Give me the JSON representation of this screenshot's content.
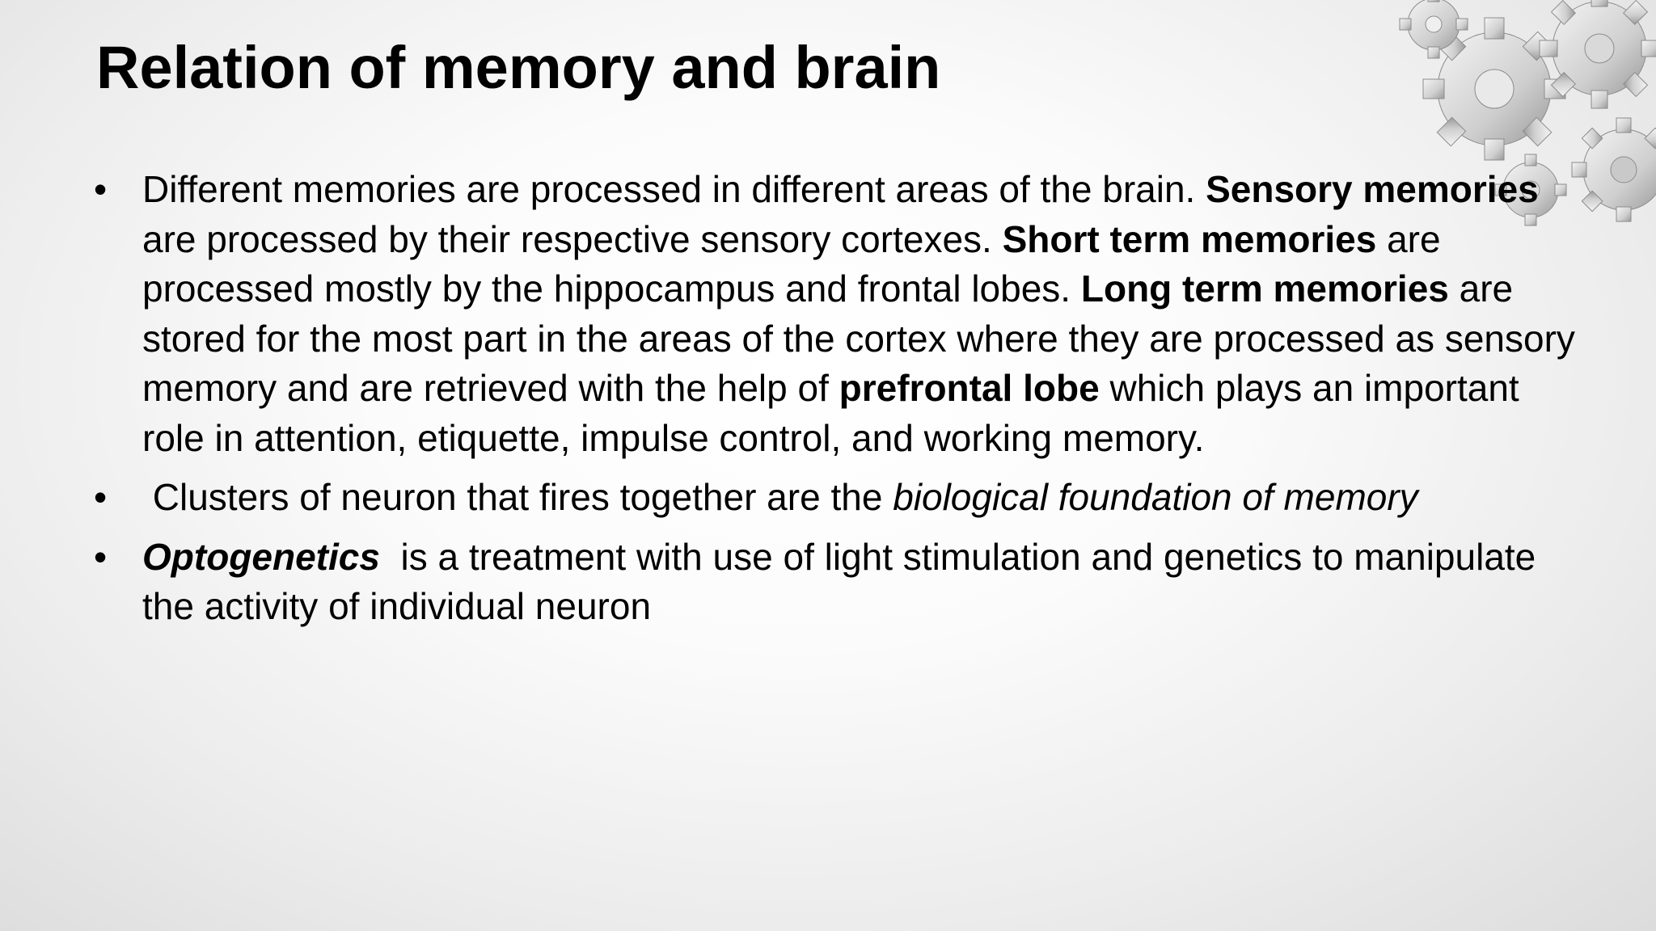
{
  "slide": {
    "title": "Relation of memory and brain",
    "bullet_symbol": "•",
    "bullets": [
      {
        "parts": [
          "Different memories are processed in different areas of the brain. ",
          "Sensory memories",
          " are processed by their respective sensory cortexes. ",
          "Short term memories",
          " are processed mostly by the hippocampus and frontal lobes. ",
          "Long term memories",
          " are stored for the most part in the areas of the cortex where they are processed as sensory memory and are retrieved with the help of ",
          "prefrontal lobe",
          " which plays an important role in attention, etiquette, impulse control, and working memory."
        ]
      },
      {
        "parts": [
          " Clusters of neuron that fires together are the ",
          "biological foundation of memory"
        ]
      },
      {
        "parts": [
          "Optogenetics",
          "  is a treatment with use of light stimulation and genetics to manipulate the activity of individual neuron"
        ]
      }
    ]
  },
  "decoration": {
    "icon": "gears-icon"
  }
}
